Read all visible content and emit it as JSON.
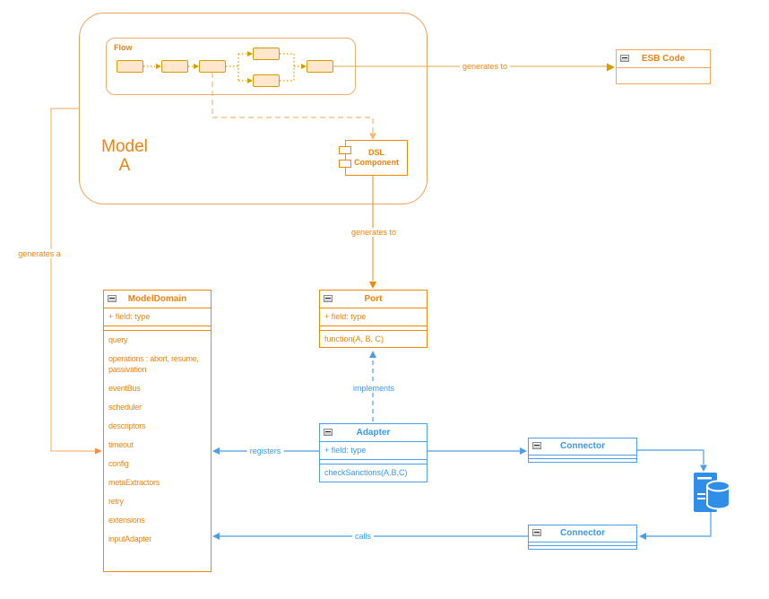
{
  "diagram": {
    "model_a": {
      "line1": "Model",
      "line2": "A"
    },
    "flow": {
      "title": "Flow",
      "step_count": 6
    },
    "esb": {
      "title": "ESB Code"
    },
    "dsl": {
      "line1": "DSL",
      "line2": "Component"
    },
    "model_domain": {
      "title": "ModelDomain",
      "field": "+ field: type",
      "items": [
        "query",
        "operations : abort, resume, passivation",
        "eventBus",
        "scheduler",
        "descriptors",
        "timeout",
        "config",
        "metaExtractors",
        "retry",
        "extensions",
        "inputAdapter"
      ]
    },
    "port": {
      "title": "Port",
      "field": "+ field: type",
      "method": "function(A, B, C)"
    },
    "adapter": {
      "title": "Adapter",
      "field": "+ field: type",
      "method": "checkSanctions(A,B,C)"
    },
    "connector_top": {
      "title": "Connector"
    },
    "connector_bottom": {
      "title": "Connector"
    },
    "edge_labels": {
      "flow_to_esb": "generates to",
      "dsl_to_port": "generates to",
      "model_to_domain": "generates a",
      "adapter_to_port": "implements",
      "adapter_to_domain": "registers",
      "connector_to_domain": "calls"
    },
    "colors": {
      "orange": "#F08705",
      "orange_text": "#EE820D",
      "orange_light": "#F7B877",
      "container_border": "#F2A057",
      "flow_fill": "#FFE6CC",
      "flow_stroke": "#D79B00",
      "yellow_edge": "#E9CF93",
      "blue": "#4D9EE8",
      "blue_text": "#3399F0",
      "db_blue": "#2E8EE8"
    }
  }
}
